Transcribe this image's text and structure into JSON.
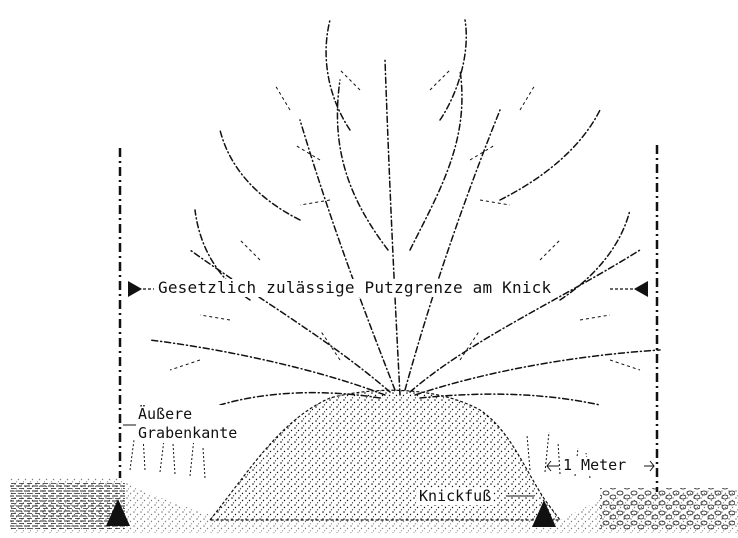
{
  "diagram": {
    "labels": {
      "legal_limit": "Gesetzlich zulässige Putzgrenze am Knick",
      "outer_ditch_edge_line1": "Äußere",
      "outer_ditch_edge_line2": "Grabenkante",
      "one_meter": "1 Meter",
      "bank_foot": "Knickfuß"
    },
    "colors": {
      "ink": "#111111",
      "paper": "#ffffff"
    },
    "icons": {
      "left_limit_marker": "triangle-right-icon",
      "right_limit_marker": "triangle-left-icon",
      "left_ground_marker": "triangle-up-icon",
      "right_ground_marker": "triangle-up-icon"
    }
  }
}
